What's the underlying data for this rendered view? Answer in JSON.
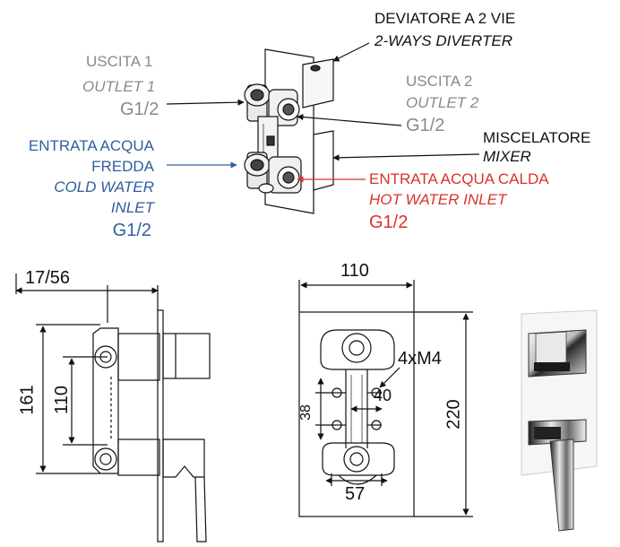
{
  "callouts": {
    "diverter": {
      "it": "DEVIATORE A 2 VIE",
      "en": "2-WAYS DIVERTER"
    },
    "outlet1": {
      "it": "USCITA 1",
      "en": "OUTLET 1",
      "size": "G1/2"
    },
    "outlet2": {
      "it": "USCITA 2",
      "en": "OUTLET 2",
      "size": "G1/2"
    },
    "cold": {
      "it_line1": "ENTRATA ACQUA",
      "it_line2": "FREDDA",
      "en_line1": "COLD WATER",
      "en_line2": "INLET",
      "size": "G1/2"
    },
    "mixer": {
      "it": "MISCELATORE",
      "en": "MIXER"
    },
    "hot": {
      "it": "ENTRATA ACQUA CALDA",
      "en": "HOT WATER INLET",
      "size": "G1/2"
    }
  },
  "dimensions": {
    "depth": "17/56",
    "side_height": "161",
    "side_spacing": "110",
    "plate_width": "110",
    "plate_height": "220",
    "holes": "4xM4",
    "hole_offset": "40",
    "hole_spacing": "38",
    "bottom_width": "57"
  },
  "colors": {
    "gray": "#8a8a8a",
    "blue": "#2f5f9e",
    "red": "#d9322b",
    "black": "#111111"
  }
}
